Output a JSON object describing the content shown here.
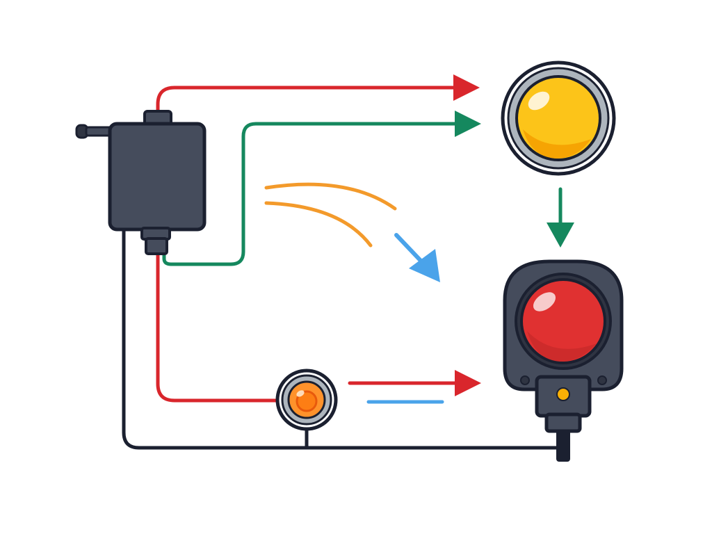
{
  "diagram": {
    "colors": {
      "background": "#ffffff",
      "outline": "#1b2030",
      "housing": "#454c5c",
      "housing_dark": "#2f3442",
      "wire_red": "#d9262c",
      "wire_green": "#15885e",
      "wire_black": "#1b2030",
      "wire_orange": "#f39a2b",
      "wire_blue": "#4aa3ea",
      "lamp_yellow": "#fcc419",
      "lamp_yellow_dark": "#f59f00",
      "lamp_red": "#e03131",
      "lamp_red_dark": "#c92a2a",
      "bezel_grey": "#868e96",
      "indicator_orange": "#fd7e14",
      "indicator_yellow": "#fab005"
    },
    "components": [
      {
        "id": "control-module",
        "icon": "control-module-icon"
      },
      {
        "id": "yellow-lamp",
        "icon": "yellow-lamp-icon"
      },
      {
        "id": "red-button-light",
        "icon": "red-light-icon"
      },
      {
        "id": "small-indicator",
        "icon": "indicator-light-icon"
      }
    ],
    "connections": [
      {
        "from": "control-module",
        "to": "yellow-lamp",
        "color": "red",
        "arrow": true
      },
      {
        "from": "control-module",
        "to": "yellow-lamp",
        "color": "green",
        "arrow": true
      },
      {
        "from": "yellow-lamp",
        "to": "red-button-light",
        "color": "green",
        "arrow": true
      },
      {
        "from": "control-module",
        "to": "small-indicator",
        "color": "red",
        "arrow": false
      },
      {
        "from": "small-indicator",
        "to": "red-button-light",
        "color": "red",
        "arrow": true
      },
      {
        "from": "control-module",
        "to": "red-button-light",
        "color": "black",
        "arrow": false
      },
      {
        "from": "signal",
        "to": "red-button-light",
        "color": "blue",
        "arrow": true
      }
    ]
  }
}
